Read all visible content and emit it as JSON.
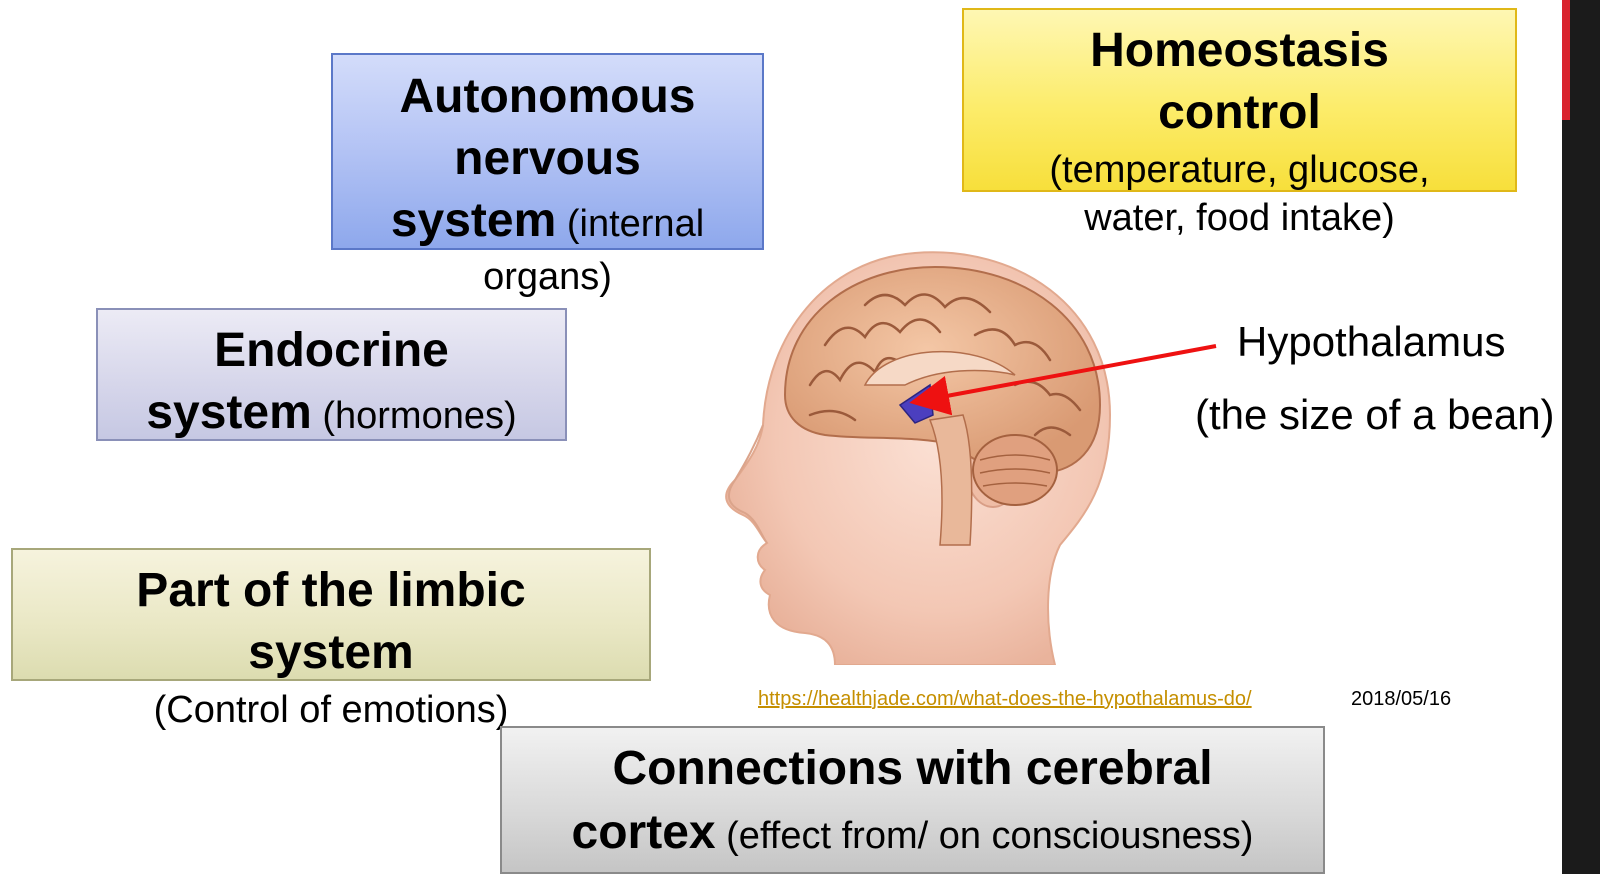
{
  "autonomic": {
    "line1": "Autonomous",
    "line2": "nervous",
    "line3_bold": "system",
    "line3_normal": " (internal",
    "line4": "organs)"
  },
  "endocrine": {
    "line1": "Endocrine",
    "line2_bold": "system",
    "line2_normal": " (hormones)"
  },
  "homeostasis": {
    "line1": "Homeostasis",
    "line2": "control",
    "line3": "(temperature, glucose,",
    "line4": "water, food intake)"
  },
  "limbic": {
    "line1": "Part of the limbic",
    "line2": "system",
    "line3": "(Control of emotions)"
  },
  "cortex": {
    "line1": "Connections with cerebral",
    "line2_bold": "cortex",
    "line2_normal": " (effect from/ on consciousness)"
  },
  "hypothalamus": {
    "label": "Hypothalamus",
    "size_note": "(the size of a bean)"
  },
  "source": {
    "url": "https://healthjade.com/what-does-the-hypothalamus-do/",
    "date": "2018/05/16"
  },
  "colors": {
    "arrow": "#ee1111",
    "link": "#c58f00",
    "accent_strip": "#d9232d"
  },
  "icons": {
    "head": "brain-head-illustration"
  }
}
